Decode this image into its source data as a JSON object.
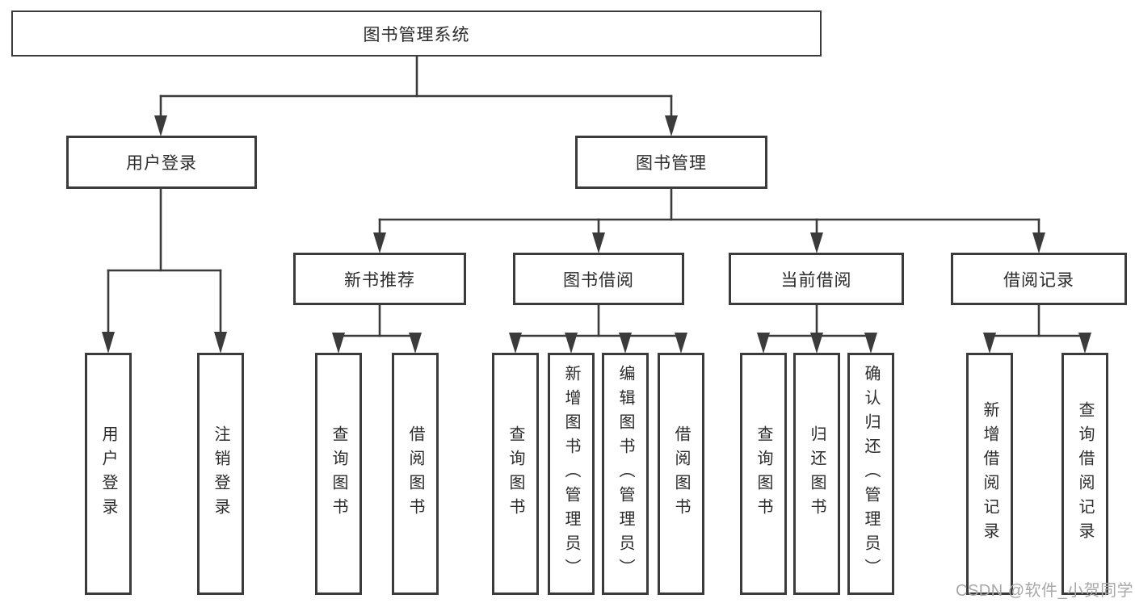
{
  "diagram": {
    "type": "hierarchy-tree",
    "title": "图书管理系统",
    "tree": {
      "label": "图书管理系统",
      "children": [
        {
          "label": "用户登录",
          "children": [
            {
              "label": "用户登录"
            },
            {
              "label": "注销登录"
            }
          ]
        },
        {
          "label": "图书管理",
          "children": [
            {
              "label": "新书推荐",
              "children": [
                {
                  "label": "查询图书"
                },
                {
                  "label": "借阅图书"
                }
              ]
            },
            {
              "label": "图书借阅",
              "children": [
                {
                  "label": "查询图书"
                },
                {
                  "label": "新增图书（管理员）"
                },
                {
                  "label": "编辑图书（管理员）"
                },
                {
                  "label": "借阅图书"
                }
              ]
            },
            {
              "label": "当前借阅",
              "children": [
                {
                  "label": "查询图书"
                },
                {
                  "label": "归还图书"
                },
                {
                  "label": "确认归还（管理员）"
                }
              ]
            },
            {
              "label": "借阅记录",
              "children": [
                {
                  "label": "新增借阅记录"
                },
                {
                  "label": "查询借阅记录"
                }
              ]
            }
          ]
        }
      ]
    },
    "colors": {
      "line": "#3b3b3b",
      "text": "#2b2b2b",
      "background": "#ffffff",
      "watermark": "#a8a8a8"
    }
  },
  "watermark": {
    "text": "CSDN @软件_小贺同学"
  }
}
